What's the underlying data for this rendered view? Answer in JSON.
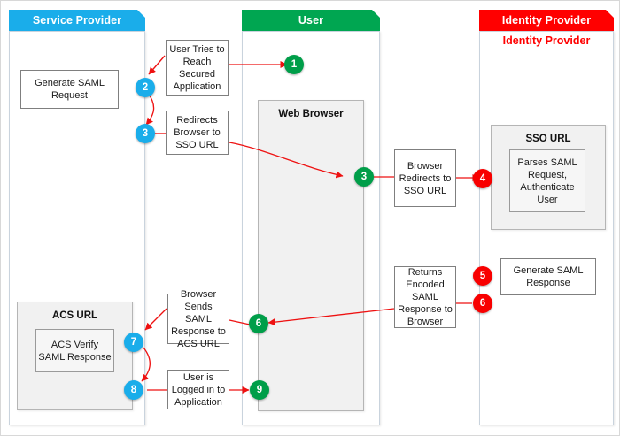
{
  "lanes": [
    {
      "id": "service-provider",
      "title": "Service Provider",
      "color": "#1aadea"
    },
    {
      "id": "user",
      "title": "User",
      "color": "#00a651"
    },
    {
      "id": "identity-provider",
      "title": "Identity Provider",
      "color": "#ff0000"
    }
  ],
  "idp_sub_label": "Identity Provider",
  "panels": [
    {
      "id": "web-browser",
      "title": "Web Browser"
    },
    {
      "id": "sso-url",
      "title": "SSO URL"
    },
    {
      "id": "acs-url",
      "title": "ACS URL"
    }
  ],
  "boxes": [
    {
      "id": "generate-saml-request",
      "text": "Generate SAML\nRequest"
    },
    {
      "id": "user-tries-to-reach",
      "text": "User Tries to\nReach\nSecured\nApplication"
    },
    {
      "id": "redirects-browser-to-sso",
      "text": "Redirects\nBrowser to\nSSO URL"
    },
    {
      "id": "browser-redirects-to-sso",
      "text": "Browser\nRedirects to\nSSO URL"
    },
    {
      "id": "parses-saml-request",
      "text": "Parses SAML\nRequest,\nAuthenticate\nUser"
    },
    {
      "id": "returns-encoded-saml-response",
      "text": "Returns\nEncoded\nSAML\nResponse to\nBrowser"
    },
    {
      "id": "generate-saml-response",
      "text": "Generate SAML\nResponse"
    },
    {
      "id": "browser-sends-saml-response",
      "text": "Browser\nSends SAML\nResponse to\nACS URL"
    },
    {
      "id": "acs-verify-saml-response",
      "text": "ACS Verify\nSAML Response"
    },
    {
      "id": "user-is-logged-in",
      "text": "User is\nLogged in to\nApplication"
    }
  ],
  "steps": [
    {
      "id": "step-1",
      "label": "1",
      "color": "green"
    },
    {
      "id": "step-2",
      "label": "2",
      "color": "blue"
    },
    {
      "id": "step-3-sp",
      "label": "3",
      "color": "blue"
    },
    {
      "id": "step-3-user",
      "label": "3",
      "color": "green"
    },
    {
      "id": "step-4",
      "label": "4",
      "color": "red"
    },
    {
      "id": "step-5",
      "label": "5",
      "color": "red"
    },
    {
      "id": "step-6-idp",
      "label": "6",
      "color": "red"
    },
    {
      "id": "step-6-user",
      "label": "6",
      "color": "green"
    },
    {
      "id": "step-7",
      "label": "7",
      "color": "blue"
    },
    {
      "id": "step-8",
      "label": "8",
      "color": "blue"
    },
    {
      "id": "step-9",
      "label": "9",
      "color": "green"
    }
  ],
  "colors": {
    "arrow": "#ee1111",
    "lane_border": "#c9d3dd",
    "box_border": "#7f7f7f",
    "panel_fill": "#f1f1f1"
  }
}
